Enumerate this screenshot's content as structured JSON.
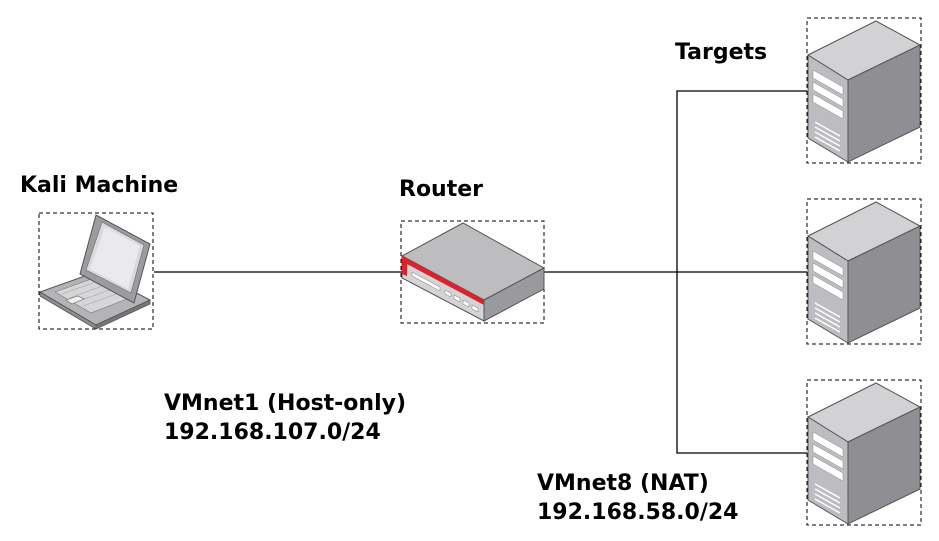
{
  "labels": {
    "kali": "Kali Machine",
    "router": "Router",
    "targets": "Targets"
  },
  "networks": {
    "vmnet1": {
      "name": "VMnet1 (Host-only)",
      "subnet": "192.168.107.0/24"
    },
    "vmnet8": {
      "name": "VMnet8 (NAT)",
      "subnet": "192.168.58.0/24"
    }
  },
  "colors": {
    "line": "#000000",
    "router_accent": "#e0202a",
    "device_gray_light": "#c9c9cb",
    "device_gray_mid": "#a8a8ab",
    "device_gray_dark": "#8a8a8e"
  },
  "icons": {
    "kali": "laptop-icon",
    "router": "router-icon",
    "targets": [
      "server-icon",
      "server-icon",
      "server-icon"
    ]
  }
}
